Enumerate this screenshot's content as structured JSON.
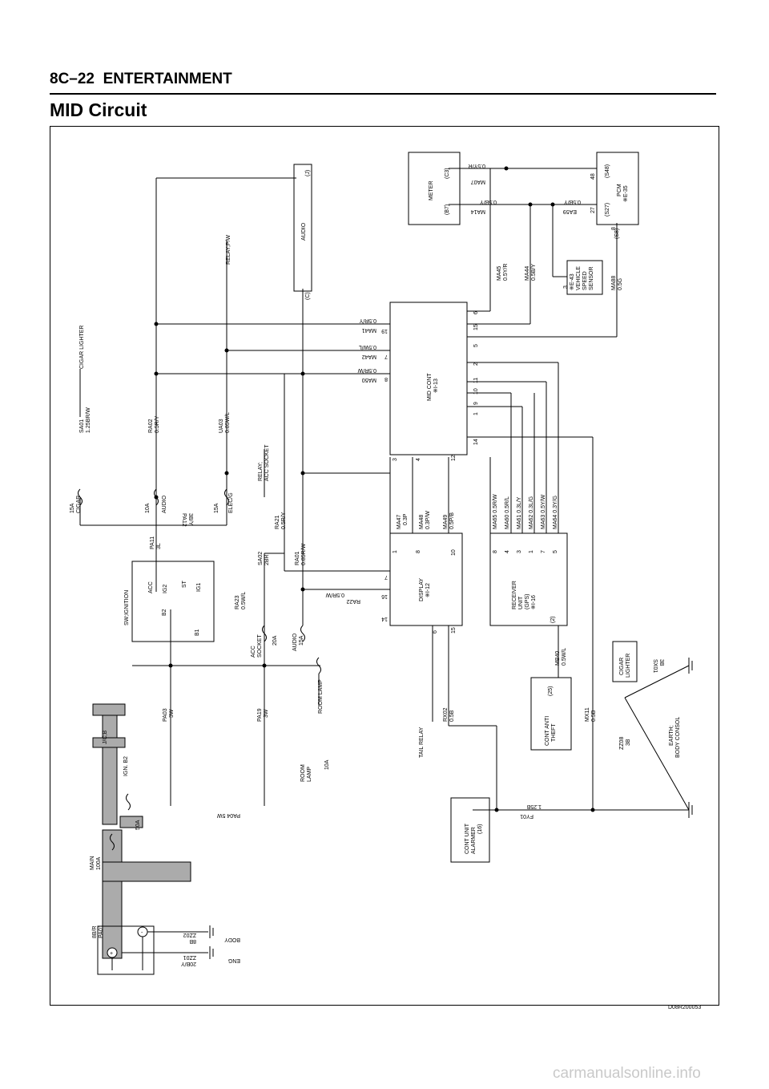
{
  "header": {
    "section": "8C–22",
    "chapter": "ENTERTAINMENT"
  },
  "title": "MID Circuit",
  "doc_id": "D08R200053",
  "watermark": "carmanualsonline.info",
  "components": {
    "sw_ignition": "SW;IGNITION",
    "acc": "ACC",
    "ig2": "IG2",
    "st": "ST",
    "ig1": "IG1",
    "b2": "B2",
    "b1": "B1",
    "jcb": "J/C;B",
    "ign_b2": "IGN. B2",
    "fuse_50a": "50A",
    "main": "MAIN",
    "fuse_100a": "100A",
    "fuse_cigar": [
      "15A",
      "CIGAR"
    ],
    "fuse_audio": [
      "10A",
      "AUDIO"
    ],
    "fuse_elec": [
      "15A",
      "ELEC/G"
    ],
    "fuse_acc_socket": [
      "ACC",
      "SOCKET",
      "20A"
    ],
    "fuse_audio_15": [
      "AUDIO",
      "15A"
    ],
    "fuse_room": [
      "ROOM",
      "LAMP",
      "10A"
    ],
    "audio": "AUDIO",
    "audio_c": "(C)",
    "audio_j": "(J)",
    "cigar_lighter_arrow": "CIGAR LIGHTER",
    "relay_pw": "RELAY;P/W",
    "relay_acc": [
      "RELAY;",
      "ACC SOCKET"
    ],
    "room_lamp": "ROOM LAMP",
    "tail_relay": "TAIL RELAY",
    "meter": "METER",
    "meter_b7": "(B7)",
    "meter_c3": "(C3)",
    "pcm": [
      "PCM",
      "※E-35"
    ],
    "pcm_s48": "(S48)",
    "pcm_s27": "(S27)",
    "pcm_s8": "(S8)",
    "vss": [
      "※E-43",
      "VEHICLE",
      "SPEED",
      "SENSOR"
    ],
    "mid_cont": [
      "MID CONT",
      "※I-13"
    ],
    "display": [
      "DISPLAY",
      "※I-12"
    ],
    "receiver": [
      "RECEIVER",
      "UNIT",
      "(GPS)",
      "※I-16"
    ],
    "receiver_2": "(2)",
    "cont_anti": [
      "CONT ANTI",
      "THEFT"
    ],
    "cont_anti_25": "(25)",
    "cont_unit": [
      "CONT UNIT",
      "ALARMER",
      "(16)"
    ],
    "cigar_box": [
      "CIGAR",
      "LIGHTER"
    ],
    "earth": [
      "EARTH;",
      "BODY CONSOL"
    ],
    "eng": "ENG",
    "body": "BODY"
  },
  "wires": {
    "sa01": [
      "SA01",
      "1.25BR/W"
    ],
    "ra02": [
      "RA02",
      "0.5R/Y"
    ],
    "ua03": [
      "UA03",
      "0.85W/L"
    ],
    "pa11": [
      "PA11",
      "3L"
    ],
    "pa12": [
      "PA12",
      "3B/Y"
    ],
    "ra21": [
      "RA21",
      "0.5R/Y"
    ],
    "sa02": [
      "SA02",
      "2BR"
    ],
    "ra01": [
      "RA01",
      "0.85R/W"
    ],
    "ra23": [
      "RA23",
      "0.5W/L"
    ],
    "ra22": [
      "RA22",
      "0.5R/W"
    ],
    "pa03": [
      "PA03",
      "3W"
    ],
    "pa19": [
      "PA19",
      "3W"
    ],
    "pa04": "PA04 5W",
    "pa01": [
      "8B/R",
      "PA01"
    ],
    "zz01": [
      "20B/Y",
      "ZZ01"
    ],
    "zz02": [
      "8B",
      "ZZ02"
    ],
    "ma41": [
      "MA41",
      "0.5R/Y"
    ],
    "ma42": [
      "MA42",
      "0.5W/L"
    ],
    "ma50": [
      "MA50",
      "0.5R/W"
    ],
    "ma47": [
      "MA47",
      "0.3P"
    ],
    "ma48": [
      "MA48",
      "0.3P/W"
    ],
    "ma49": [
      "MA49",
      "0.5P/B"
    ],
    "ma45": [
      "MA45",
      "0.5Y/R"
    ],
    "ma44": [
      "MA44",
      "0.5B/Y"
    ],
    "ma88": [
      "MA88",
      "0.5G"
    ],
    "ma07": [
      "MA07",
      "0.5Y/R"
    ],
    "ma14": [
      "MA14",
      "0.5B/Y"
    ],
    "ea59": [
      "EA59",
      "0.5B/Y"
    ],
    "ma65": "MA65 0.5R/W",
    "ma60": "MA60 0.5R/L",
    "ma61": "MA61 0.3L/Y",
    "ma62": "MA62 0.3L/G",
    "ma63": "MA63 0.5Y/W",
    "ma64": "MA64 0.3Y/G",
    "mb40": [
      "MB40",
      "0.5W/L"
    ],
    "mx11": [
      "MX11",
      "0.5B"
    ],
    "rx02": [
      "RX02",
      "0.5B"
    ],
    "fy01": [
      "FY01",
      "1.25B"
    ],
    "zz08": [
      "ZZ08",
      "3B"
    ],
    "sx01": [
      "SX01",
      "3B"
    ]
  },
  "pins": {
    "mid_top_left": [
      "19",
      "7",
      "8"
    ],
    "mid_left": [
      "3",
      "4",
      "12"
    ],
    "mid_right": [
      "14",
      "1",
      "9",
      "10",
      "11",
      "2",
      "5",
      "15",
      "6"
    ],
    "display_top": [
      "1",
      "8",
      "10"
    ],
    "display_left": [
      "14",
      "16",
      "7"
    ],
    "display_right": [
      "6",
      "15"
    ],
    "receiver_top": [
      "8",
      "4",
      "3",
      "1",
      "7",
      "5"
    ],
    "pcm_pins": [
      "48",
      "27",
      "8"
    ],
    "vss_pin": "3"
  }
}
